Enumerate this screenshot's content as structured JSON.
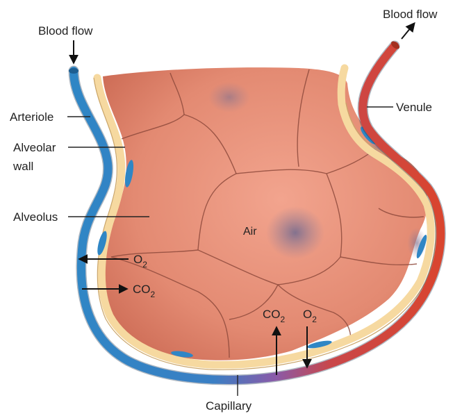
{
  "labels": {
    "blood_flow_in": "Blood flow",
    "blood_flow_out": "Blood flow",
    "arteriole": "Arteriole",
    "alveolar_wall_line1": "Alveolar",
    "alveolar_wall_line2": "wall",
    "alveolus": "Alveolus",
    "venule": "Venule",
    "air": "Air",
    "capillary": "Capillary"
  },
  "gases": {
    "left_o2": {
      "base": "O",
      "sub": "2"
    },
    "left_co2": {
      "base": "CO",
      "sub": "2"
    },
    "bottom_co2": {
      "base": "CO",
      "sub": "2"
    },
    "bottom_o2": {
      "base": "O",
      "sub": "2"
    }
  },
  "colors": {
    "deoxygenated_vessel": "#2f86c5",
    "oxygenated_vessel": "#d9452f",
    "capillary_transition": "#8a5aa8",
    "alveolar_wall": "#f6d9a0",
    "alveolus_tissue": "#e38a72",
    "air_patch": "#8c7d96"
  }
}
